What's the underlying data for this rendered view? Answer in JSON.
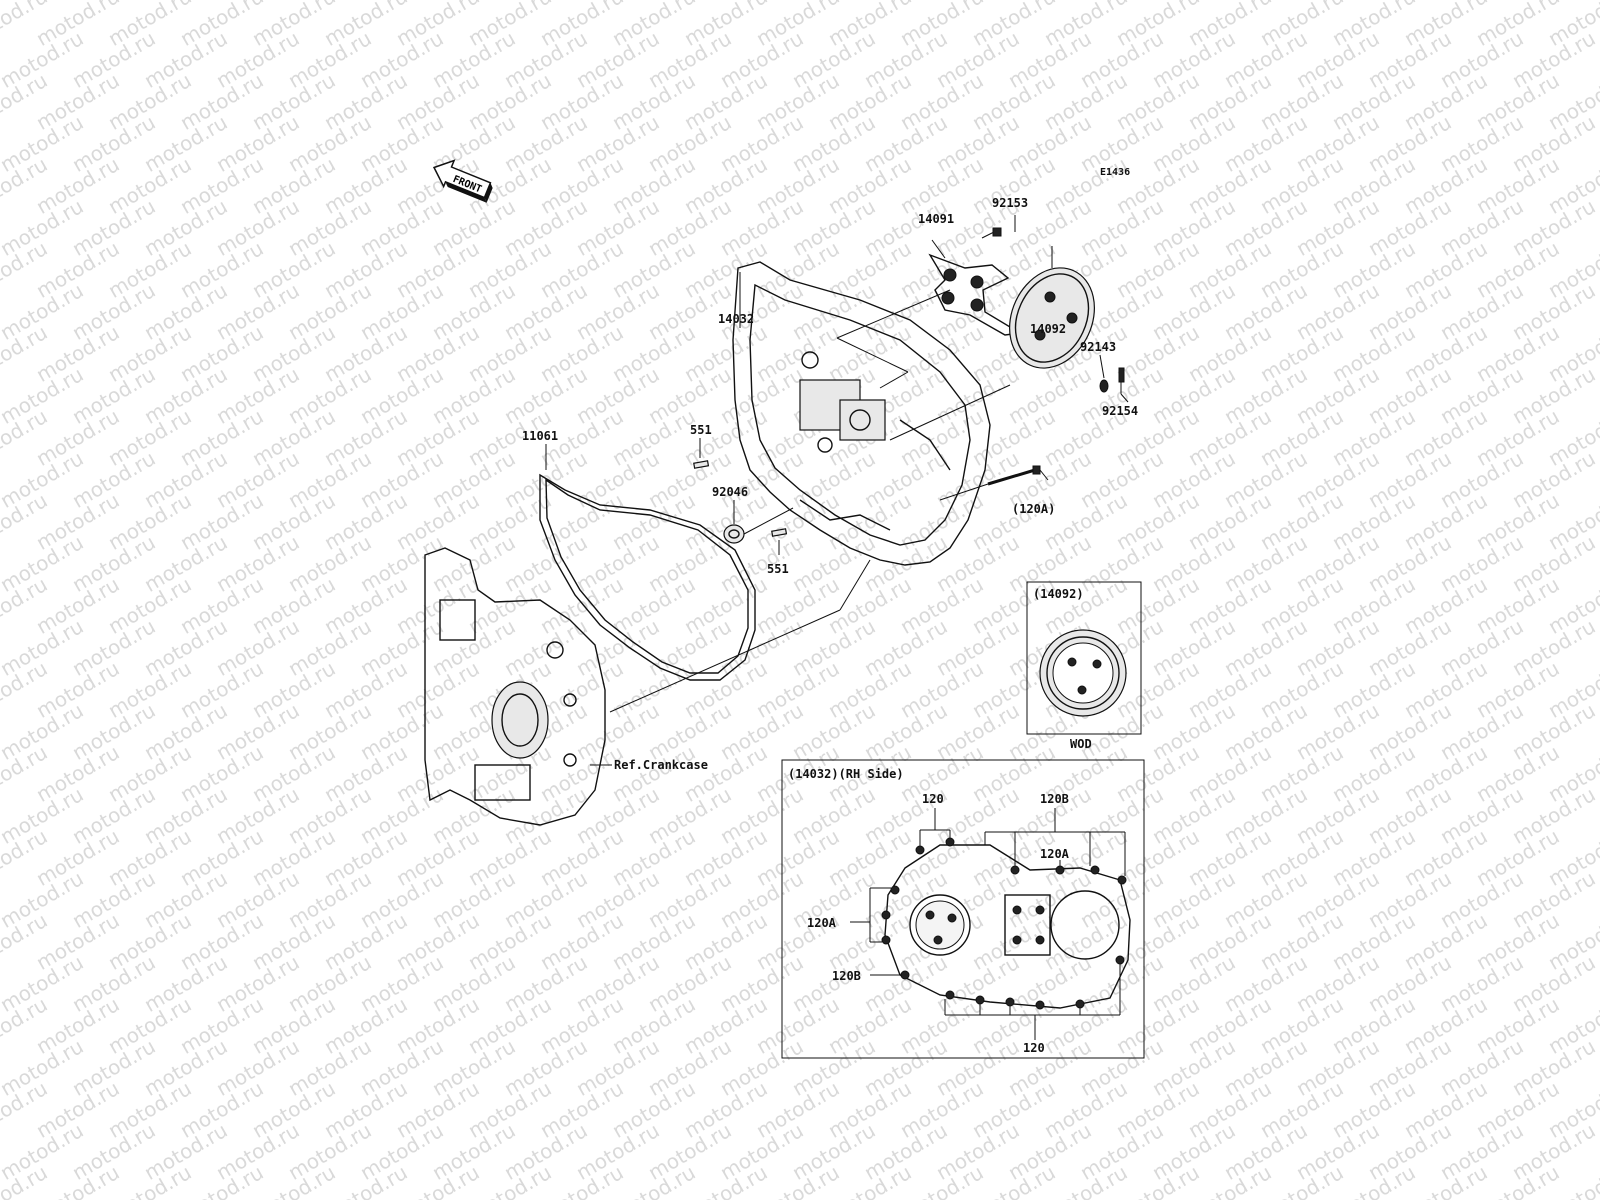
{
  "diagram_id": "E1436",
  "watermark_text": "motod.ru",
  "front_arrow_label": "FRONT",
  "callouts": {
    "p14091": "14091",
    "p92153": "92153",
    "p14032": "14032",
    "p14092": "14092",
    "p92143": "92143",
    "p92154": "92154",
    "p11061": "11061",
    "p551a": "551",
    "p92046": "92046",
    "p551b": "551",
    "p120A": "(120A)",
    "ref_crankcase": "Ref.Crankcase"
  },
  "inset_wod": {
    "title": "(14092)",
    "caption": "WOD"
  },
  "inset_rh": {
    "title": "(14032)(RH Side)",
    "label_120_top": "120",
    "label_120B_top": "120B",
    "label_120A_right": "120A",
    "label_120A_left": "120A",
    "label_120B_left": "120B",
    "label_120_bottom": "120"
  }
}
